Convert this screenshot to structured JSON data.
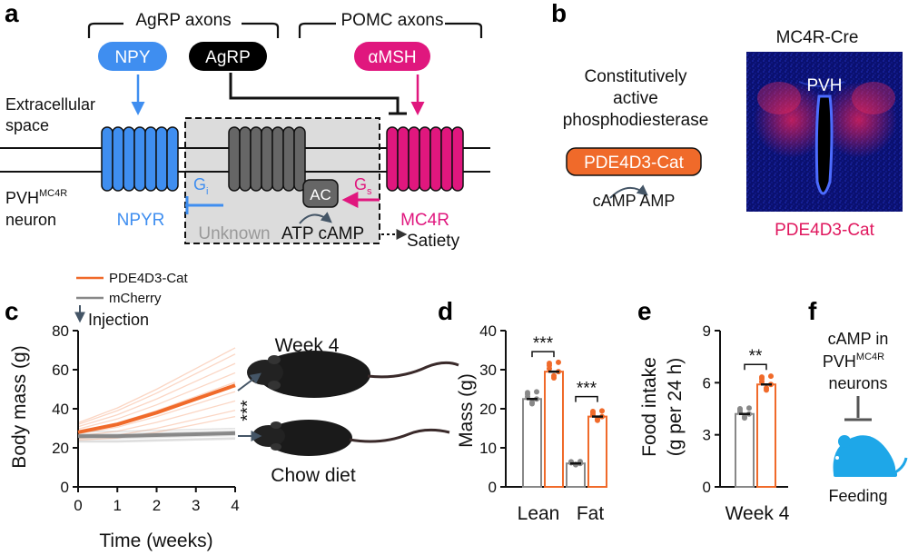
{
  "panels": {
    "a": "a",
    "b": "b",
    "c": "c",
    "d": "d",
    "e": "e",
    "f": "f"
  },
  "panel_a": {
    "agrp_axons": "AgRP axons",
    "pomc_axons": "POMC axons",
    "npy": "NPY",
    "agrp": "AgRP",
    "amsh": "αMSH",
    "extracellular_1": "Extracellular",
    "extracellular_2": "space",
    "pvh": "PVH",
    "pvh_sup": "MC4R",
    "neuron": "neuron",
    "npyr": "NPYR",
    "unknown": "Unknown",
    "mc4r": "MC4R",
    "gi": "G",
    "gi_sub": "i",
    "gs": "G",
    "gs_sub": "s",
    "ac": "AC",
    "atp_camp": "ATP cAMP",
    "satiety": "Satiety",
    "colors": {
      "npy": "#3f8ef0",
      "agrp": "#000000",
      "mc4r": "#e0177e",
      "unknown": "#666666"
    }
  },
  "panel_b": {
    "line1": "Constitutively",
    "line2": "active",
    "line3": "phosphodiesterase",
    "enzyme": "PDE4D3-Cat",
    "reaction": "cAMP AMP",
    "micro_title": "MC4R-Cre",
    "micro_region": "PVH",
    "micro_caption": "PDE4D3-Cat",
    "colors": {
      "enzyme": "#f06a2a",
      "caption": "#e0175e"
    }
  },
  "chart_data": [
    {
      "panel": "c",
      "type": "line",
      "x": [
        0,
        1,
        2,
        3,
        4
      ],
      "xlabel": "Time (weeks)",
      "ylabel": "Body mass (g)",
      "xlim": [
        0,
        4
      ],
      "ylim": [
        0,
        80
      ],
      "xticks": [
        "0",
        "1",
        "2",
        "3",
        "4"
      ],
      "yticks": [
        "0",
        "20",
        "40",
        "60",
        "80"
      ],
      "series": [
        {
          "name": "PDE4D3-Cat",
          "color": "#f06a2a",
          "values": [
            28,
            32,
            38,
            45,
            52
          ]
        },
        {
          "name": "mCherry",
          "color": "#888888",
          "values": [
            26,
            26,
            26.5,
            27,
            27.5
          ]
        }
      ],
      "annotations": {
        "injection": "Injection",
        "week4": "Week 4",
        "significance": "***",
        "diet": "Chow diet"
      }
    },
    {
      "panel": "d",
      "type": "bar",
      "categories": [
        "Lean",
        "Fat"
      ],
      "ylabel": "Mass (g)",
      "ylim": [
        0,
        40
      ],
      "yticks": [
        "0",
        "10",
        "20",
        "30",
        "40"
      ],
      "series": [
        {
          "name": "mCherry",
          "color": "#888888",
          "values": [
            22.5,
            6
          ]
        },
        {
          "name": "PDE4D3-Cat",
          "color": "#f06a2a",
          "values": [
            29.5,
            18
          ]
        }
      ],
      "significance": [
        "***",
        "***"
      ]
    },
    {
      "panel": "e",
      "type": "bar",
      "categories": [
        "Week 4"
      ],
      "ylabel": "Food intake (g per 24 h)",
      "ylim": [
        0,
        9
      ],
      "yticks": [
        "0",
        "3",
        "6",
        "9"
      ],
      "series": [
        {
          "name": "mCherry",
          "color": "#888888",
          "values": [
            4.2
          ]
        },
        {
          "name": "PDE4D3-Cat",
          "color": "#f06a2a",
          "values": [
            5.9
          ]
        }
      ],
      "significance": "**"
    }
  ],
  "panel_c": {
    "legend_1": "PDE4D3-Cat",
    "legend_2": "mCherry",
    "injection": "Injection",
    "week4": "Week 4",
    "stars": "***",
    "chow": "Chow diet"
  },
  "panel_d": {
    "lean": "Lean",
    "fat": "Fat",
    "stars_lean": "***",
    "stars_fat": "***",
    "ylabel": "Mass (g)"
  },
  "panel_e": {
    "stars": "**",
    "week4": "Week 4",
    "ylabel_1": "Food intake",
    "ylabel_2": "(g per 24 h)"
  },
  "panel_f": {
    "line1": "cAMP in",
    "line2": "PVH",
    "line2_sup": "MC4R",
    "line3": "neurons",
    "feeding": "Feeding",
    "mouse_color": "#1ea7e8"
  }
}
